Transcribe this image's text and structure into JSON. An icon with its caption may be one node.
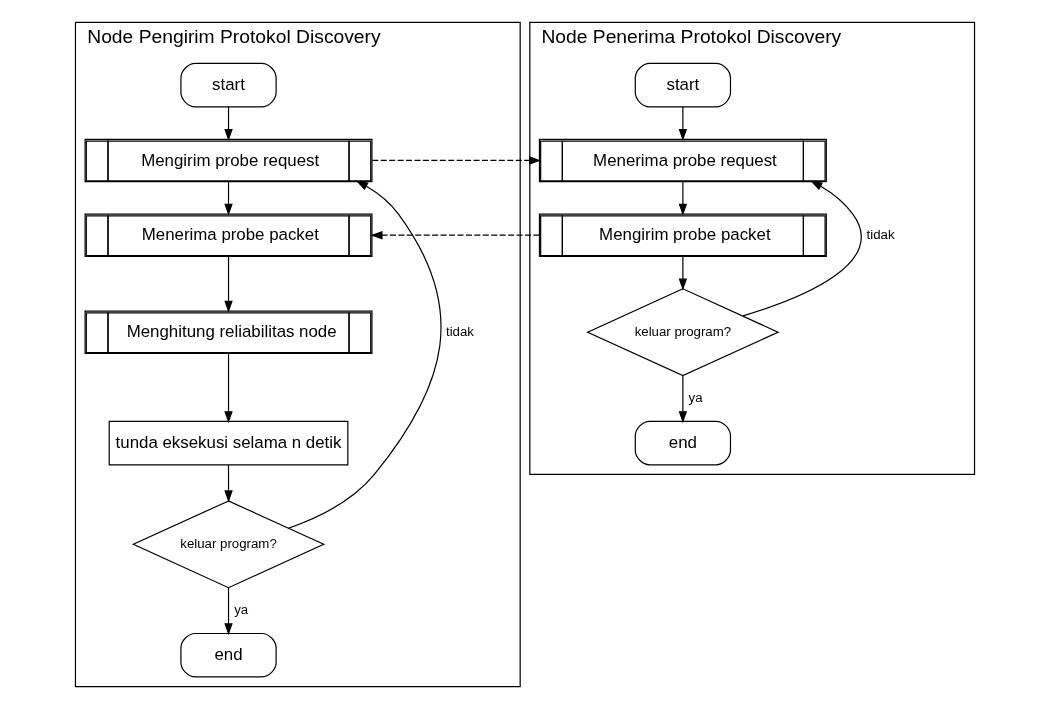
{
  "diagram": {
    "nodes": [
      {
        "text": [
          "Node Pengirim Protokol Discovery"
        ]
      },
      {
        "text": [
          "start"
        ],
        "in": 0
      },
      {
        "text": [
          "Mengirim probe request"
        ],
        "in": 0
      },
      {
        "text": [
          "Menerima probe packet"
        ],
        "in": 0
      },
      {
        "text": [
          "Menghitung reliabilitas node"
        ],
        "in": 0
      },
      {
        "text": [
          "tunda eksekusi selama n detik"
        ],
        "in": 0
      },
      {
        "text": [
          "keluar program?"
        ],
        "in": 0
      },
      {
        "text": [
          "end"
        ],
        "in": 0
      },
      {
        "text": [
          "Node Penerima Protokol Discovery"
        ]
      },
      {
        "text": [
          "start"
        ],
        "in": 8
      },
      {
        "text": [
          "Menerima probe request"
        ],
        "in": 8
      },
      {
        "text": [
          "Mengirim probe packet"
        ],
        "in": 8
      },
      {
        "text": [
          "keluar program?"
        ],
        "in": 8
      },
      {
        "text": [
          "end"
        ],
        "in": 8
      }
    ],
    "edges": [
      {
        "from": 1,
        "to": 2,
        "arrow": "to"
      },
      {
        "from": 2,
        "to": 3,
        "arrow": "to"
      },
      {
        "from": 3,
        "to": 4,
        "arrow": "to"
      },
      {
        "from": 4,
        "to": 5,
        "arrow": "to"
      },
      {
        "from": 5,
        "to": 6,
        "arrow": "to"
      },
      {
        "from": 6,
        "to": 2,
        "arrow": "to",
        "label": "tidak"
      },
      {
        "from": 6,
        "to": 7,
        "arrow": "to",
        "label": "ya"
      },
      {
        "from": 2,
        "to": 10,
        "arrow": "to",
        "style": "dashed"
      },
      {
        "from": 11,
        "to": 3,
        "arrow": "to",
        "style": "dashed"
      },
      {
        "from": 9,
        "to": 10,
        "arrow": "to"
      },
      {
        "from": 10,
        "to": 11,
        "arrow": "to"
      },
      {
        "from": 11,
        "to": 12,
        "arrow": "to"
      },
      {
        "from": 12,
        "to": 10,
        "arrow": "to",
        "label": "tidak"
      },
      {
        "from": 12,
        "to": 13,
        "arrow": "to",
        "label": "ya"
      }
    ]
  }
}
